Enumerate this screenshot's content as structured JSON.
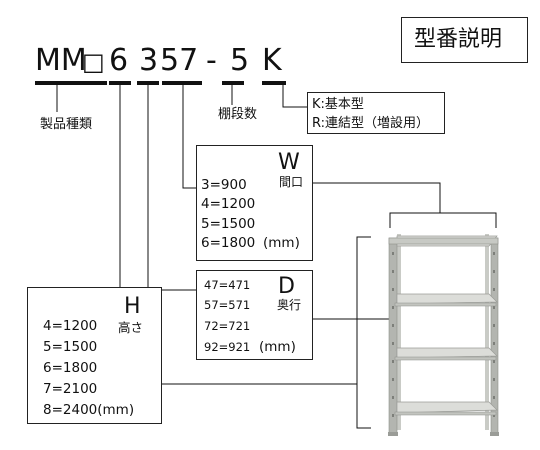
{
  "title": "型番説明",
  "code": {
    "prefix": "MM",
    "blank": "□",
    "height_digit": "6",
    "depth_digit": "3",
    "width_digits": "57",
    "dash": "-",
    "tiers": "5",
    "type": "K"
  },
  "labels": {
    "product_type": "製品種類",
    "tiers": "棚段数"
  },
  "type_box": {
    "k": "K:基本型",
    "r": "R:連結型（増設用）"
  },
  "width_box": {
    "letter": "W",
    "name": "間口",
    "values": [
      "3=900",
      "4=1200",
      "5=1500",
      "6=1800"
    ],
    "unit": "(mm)"
  },
  "depth_box": {
    "letter": "D",
    "name": "奥行",
    "values": [
      "47=471",
      "57=571",
      "72=721",
      "92=921"
    ],
    "unit": "(mm)"
  },
  "height_box": {
    "letter": "H",
    "name": "高さ",
    "values": [
      "4=1200",
      "5=1500",
      "6=1800",
      "7=2100",
      "8=2400(mm)"
    ]
  },
  "colors": {
    "line": "#111111",
    "shelf_frame": "#b9bbb6",
    "shelf_board": "#dcddd9"
  }
}
